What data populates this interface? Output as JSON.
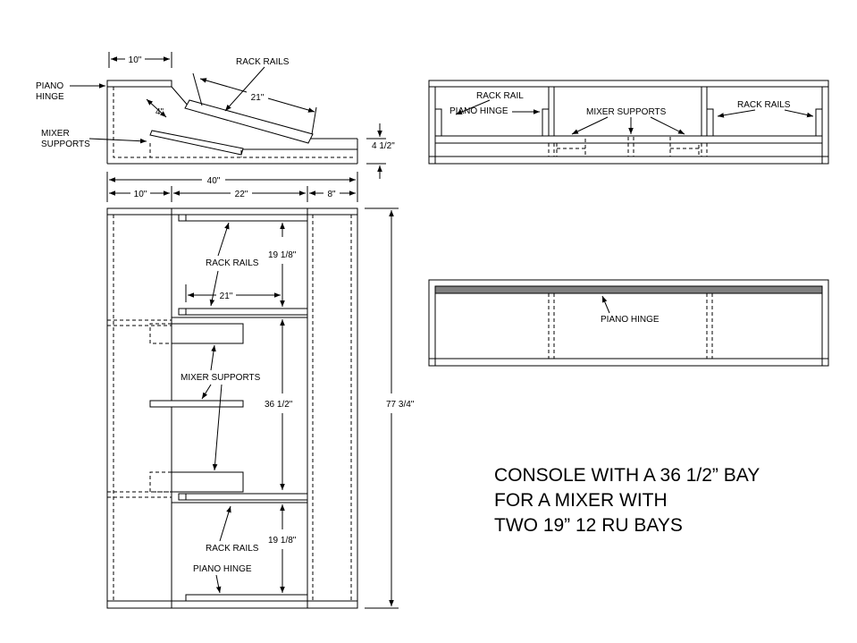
{
  "labels": {
    "piano_hinge": [
      "PIANO",
      "HINGE"
    ],
    "rack_rails": "RACK RAILS",
    "mixer_supports": [
      "MIXER",
      "SUPPORTS"
    ],
    "rack_rail": "RACK RAIL",
    "piano_hinge_caps": "PIANO HINGE",
    "mixer_supports_inline": "MIXER SUPPORTS",
    "rack_rails_right": "RACK RAILS",
    "piano_hinge_front": "PIANO HINGE",
    "rack_rails_plan_top": "RACK RAILS",
    "mixer_supports_plan": "MIXER SUPPORTS",
    "rack_rails_plan_bottom": "RACK RAILS",
    "piano_hinge_plan": "PIANO HINGE"
  },
  "dimensions": {
    "side_top_width": "10\"",
    "rail_length": "21\"",
    "support_offset": "4\"",
    "height": "4 1/2\"",
    "total_depth": "40\"",
    "seg_front": "10\"",
    "seg_middle": "22\"",
    "seg_back": "8\"",
    "rail_gap_top": "19 1/8\"",
    "rail_length_plan": "21\"",
    "bay_width": "36 1/2\"",
    "total_width": "77 3/4\"",
    "rail_gap_bottom": "19 1/8\""
  },
  "title_lines": [
    "CONSOLE WITH A 36 1/2” BAY",
    "FOR A MIXER WITH",
    "TWO 19” 12 RU BAYS"
  ]
}
